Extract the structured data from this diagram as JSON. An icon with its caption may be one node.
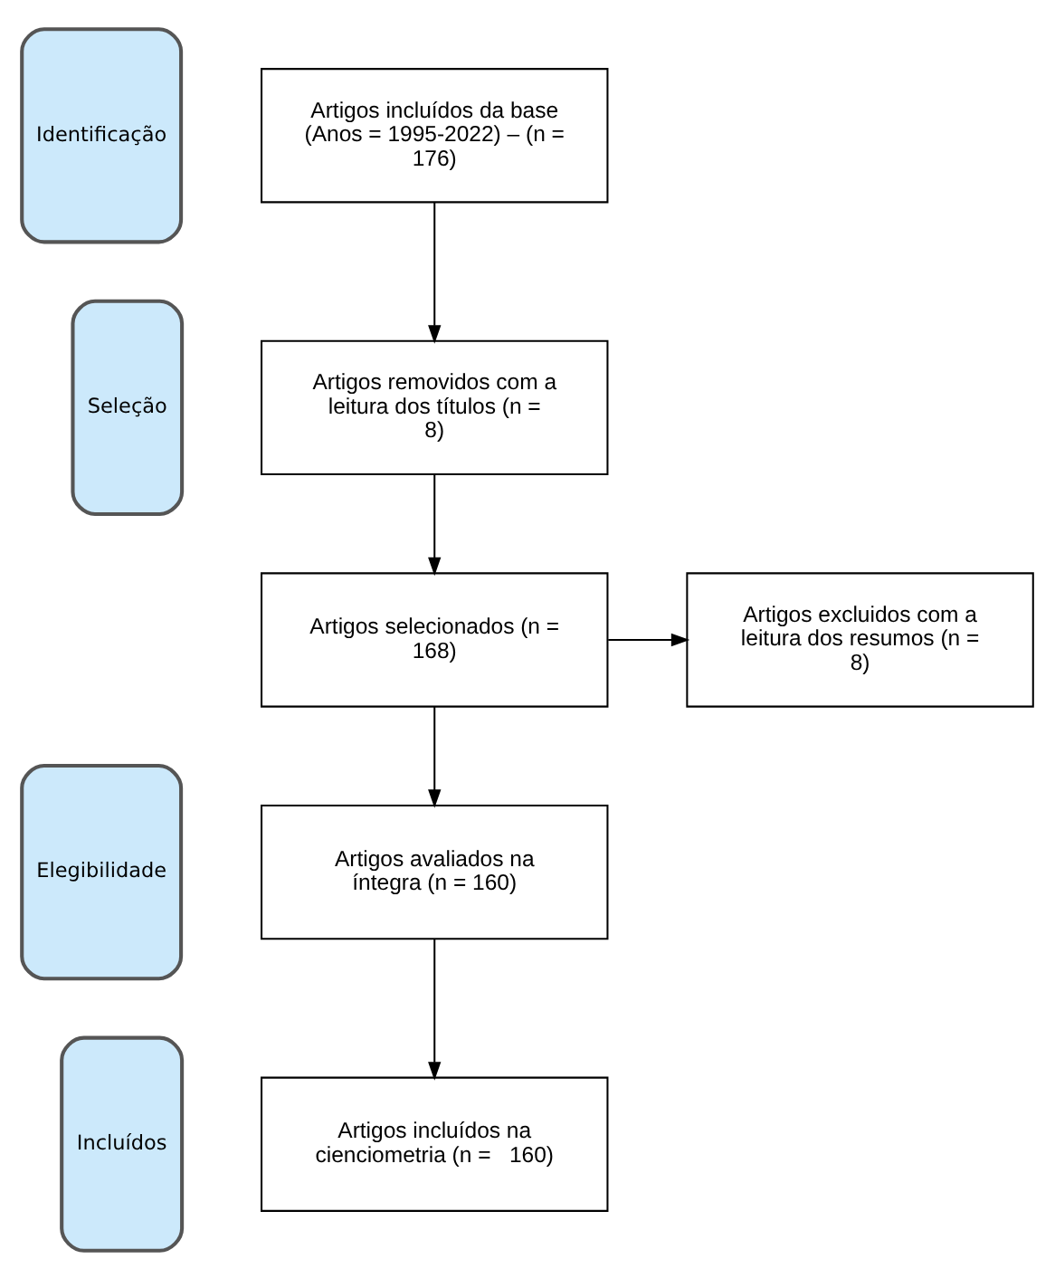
{
  "diagram": {
    "nodes": [
      {
        "text": [
          "Identificação"
        ]
      },
      {
        "text": [
          "Artigos incluídos da base (Anos = 1995-2022) – (n = 176)"
        ]
      },
      {
        "text": [
          "Seleção"
        ]
      },
      {
        "text": [
          "Artigos removidos com a leitura dos títulos (n =   8)"
        ]
      },
      {
        "text": [
          "Artigos selecionados (n =   168)"
        ]
      },
      {
        "text": [
          "Artigos excluidos com a leitura dos resumos (n = 8)"
        ]
      },
      {
        "text": [
          "Elegibilidade"
        ]
      },
      {
        "text": [
          "Artigos avaliados na íntegra (n = 160)"
        ]
      },
      {
        "text": [
          "Incluídos"
        ]
      },
      {
        "text": [
          "Artigos incluídos na cienciometria (n =   160)"
        ]
      }
    ],
    "edges": [
      {
        "from": 1,
        "to": 3,
        "arrow": "to"
      },
      {
        "from": 3,
        "to": 4,
        "arrow": "to"
      },
      {
        "from": 4,
        "to": 5,
        "arrow": "to"
      },
      {
        "from": 4,
        "to": 7,
        "arrow": "to"
      },
      {
        "from": 7,
        "to": 9,
        "arrow": "to"
      }
    ]
  }
}
